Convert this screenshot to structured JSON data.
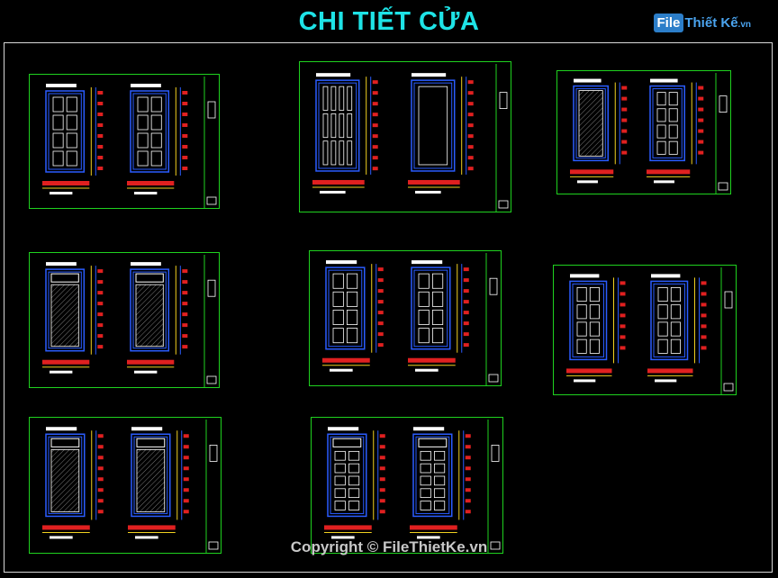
{
  "title": "CHI TIẾT CỬA",
  "logo": {
    "badge": "File",
    "rest": "Thiết Kế",
    "suffix": ".vn"
  },
  "copyright": "Copyright © FileThietKe.vn",
  "colors": {
    "background": "#000000",
    "title": "#1ee3e6",
    "sheet_border": "#1fd21f",
    "door_outline": "#2a5cff",
    "panel": "#ffffff",
    "dimension": "#e02020",
    "section": "#f0d020",
    "hatch": "#7a7a7a"
  },
  "sheets": [
    {
      "id": "sheet-1",
      "doors": [
        {
          "kind": "double-panel"
        },
        {
          "kind": "single-panel"
        }
      ]
    },
    {
      "id": "sheet-2",
      "doors": [
        {
          "kind": "quad-panel"
        },
        {
          "kind": "window"
        }
      ]
    },
    {
      "id": "sheet-3",
      "doors": [
        {
          "kind": "quad-hatched"
        },
        {
          "kind": "single-panel"
        }
      ]
    },
    {
      "id": "sheet-4",
      "doors": [
        {
          "kind": "hatched-transom"
        },
        {
          "kind": "hatched-transom"
        }
      ]
    },
    {
      "id": "sheet-5",
      "doors": [
        {
          "kind": "single-panel"
        },
        {
          "kind": "single-panel"
        }
      ]
    },
    {
      "id": "sheet-6",
      "doors": [
        {
          "kind": "double-panel"
        },
        {
          "kind": "single-panel"
        }
      ]
    },
    {
      "id": "sheet-7",
      "doors": [
        {
          "kind": "hatched-transom"
        },
        {
          "kind": "hatched-transom"
        }
      ]
    },
    {
      "id": "sheet-8",
      "doors": [
        {
          "kind": "grid-transom"
        },
        {
          "kind": "grid-transom"
        }
      ]
    }
  ]
}
